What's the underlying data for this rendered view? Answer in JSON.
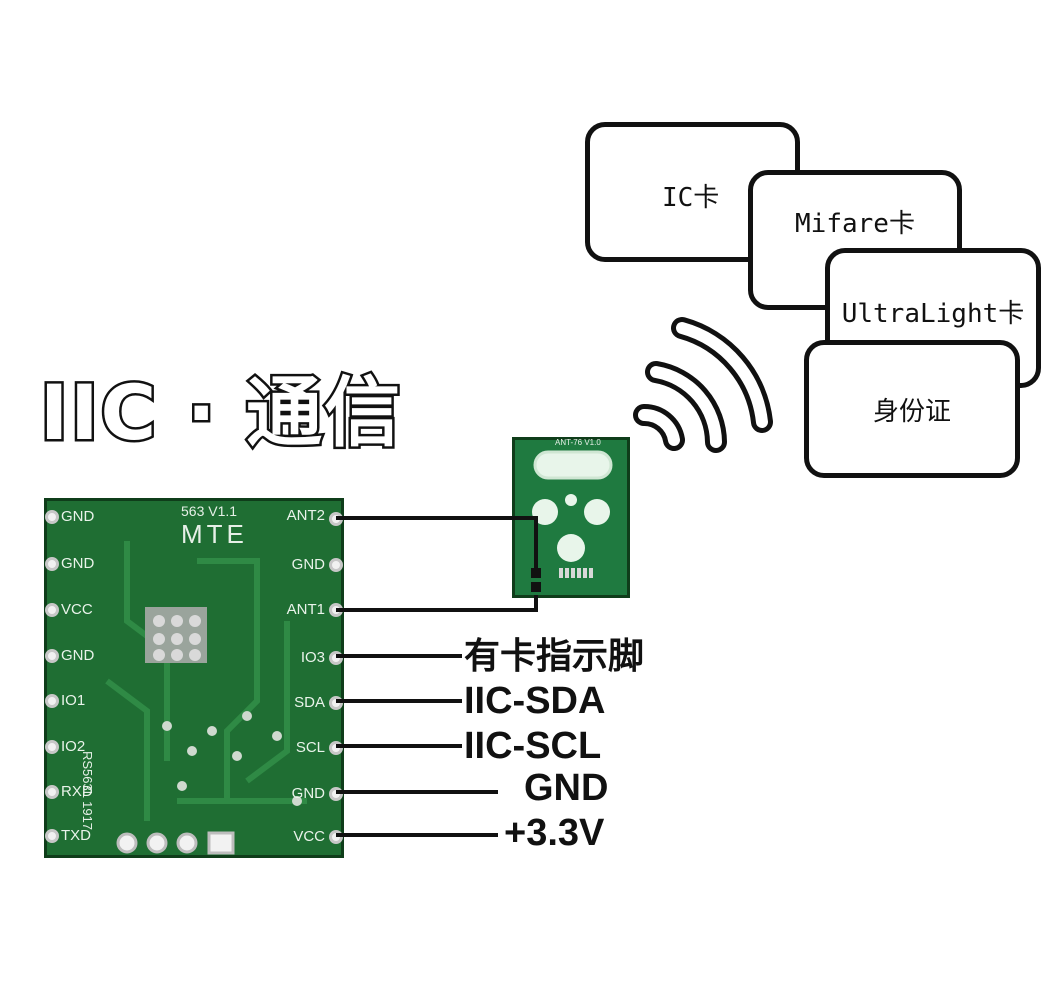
{
  "title": "IIC · 通信",
  "module": {
    "model": "563  V1.1",
    "brand": "MTE",
    "side_mark": "RS563L 1917",
    "left_pins": [
      "GND",
      "GND",
      "VCC",
      "GND",
      "IO1",
      "IO2",
      "RXD",
      "TXD"
    ],
    "right_pins": [
      "ANT2",
      "GND",
      "ANT1",
      "IO3",
      "SDA",
      "SCL",
      "GND",
      "VCC"
    ]
  },
  "antenna": {
    "label": "ANT-76 V1.0"
  },
  "cards": [
    "IC卡",
    "Mifare卡",
    "UltraLight卡",
    "身份证"
  ],
  "signals": [
    "有卡指示脚",
    "IIC-SDA",
    "IIC-SCL",
    "GND",
    "+3.3V"
  ],
  "colors": {
    "pcb": "#1f6e33",
    "line": "#111111"
  },
  "icons": [
    "wireless-signal-icon"
  ]
}
